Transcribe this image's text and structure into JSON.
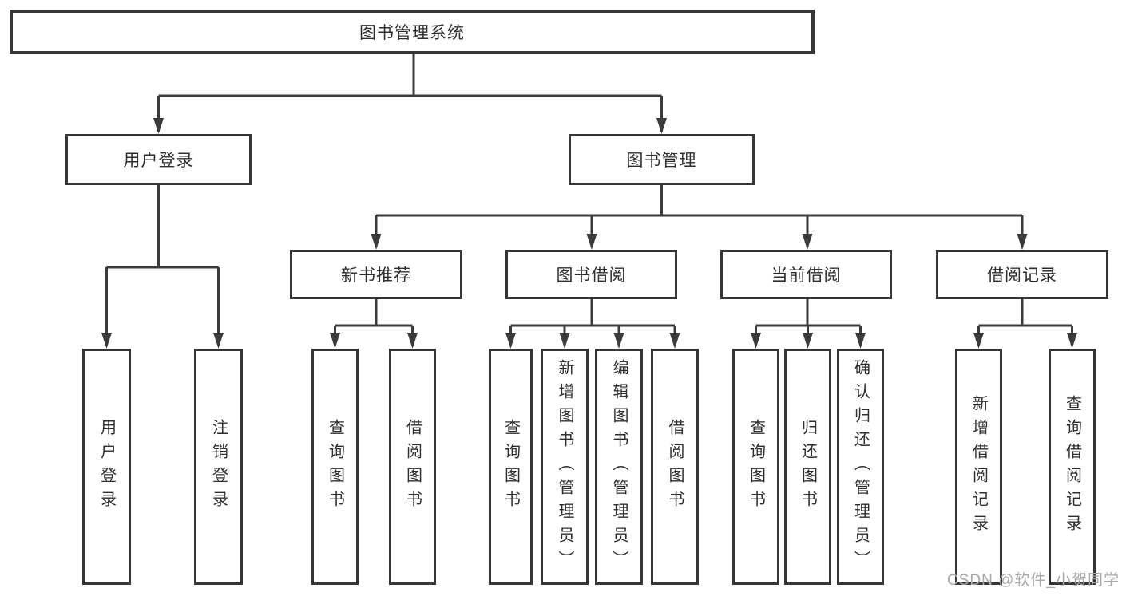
{
  "diagram": {
    "title": "图书管理系统",
    "tree": {
      "root": {
        "label": "图书管理系统"
      },
      "level2": [
        {
          "label": "用户登录"
        },
        {
          "label": "图书管理"
        }
      ],
      "level3": [
        {
          "label": "新书推荐"
        },
        {
          "label": "图书借阅"
        },
        {
          "label": "当前借阅"
        },
        {
          "label": "借阅记录"
        }
      ],
      "leaves": {
        "user_login": [
          {
            "label": "用户登录"
          },
          {
            "label": "注销登录"
          }
        ],
        "new_books": [
          {
            "label": "查询图书"
          },
          {
            "label": "借阅图书"
          }
        ],
        "book_borrow": [
          {
            "label": "查询图书"
          },
          {
            "label": "新增图书（管理员）"
          },
          {
            "label": "编辑图书（管理员）"
          },
          {
            "label": "借阅图书"
          }
        ],
        "current_borrow": [
          {
            "label": "查询图书"
          },
          {
            "label": "归还图书"
          },
          {
            "label": "确认归还（管理员）"
          }
        ],
        "borrow_records": [
          {
            "label": "新增借阅记录"
          },
          {
            "label": "查询借阅记录"
          }
        ]
      }
    },
    "colors": {
      "line": "#3b3b3b",
      "border": "#363636",
      "text": "#2e2e2e",
      "background": "#ffffff",
      "watermark": "#a8a8a8"
    },
    "watermark": {
      "text": "CSDN @软件_小贺同学"
    }
  }
}
